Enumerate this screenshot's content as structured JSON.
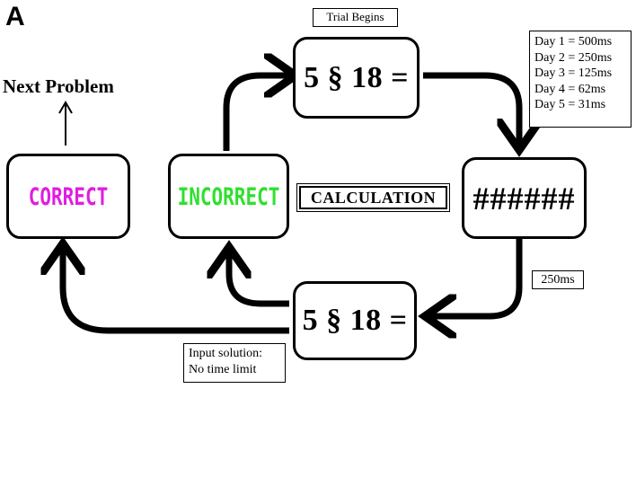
{
  "panel_letter": "A",
  "trial_begins": "Trial Begins",
  "problem_top": "5 § 18 =",
  "problem_bottom": "5 § 18 =",
  "mask": "######",
  "calculation": "CALCULATION",
  "correct": "CORRECT",
  "incorrect": "INCORRECT",
  "next_problem": "Next Problem",
  "days": [
    "Day 1 = 500ms",
    "Day 2 = 250ms",
    "Day 3 = 125ms",
    "Day 4 = 62ms",
    "Day 5 = 31ms"
  ],
  "mask_duration": "250ms",
  "input_solution": [
    "Input solution:",
    "No time limit"
  ],
  "colors": {
    "correct": "#e01ee0",
    "incorrect": "#2fe02f"
  }
}
